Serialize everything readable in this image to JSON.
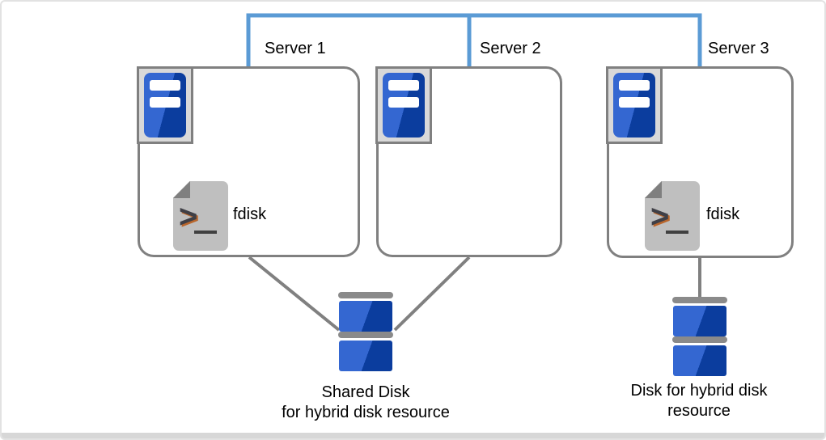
{
  "diagram": {
    "type": "cluster-architecture-diagram",
    "network": {
      "line_color": "#5B9BD5",
      "connector_color": "#808080"
    },
    "servers": [
      {
        "label": "Server 1",
        "icon": "server-tower-icon",
        "script_label": "fdisk",
        "has_script": true
      },
      {
        "label": "Server 2",
        "icon": "server-tower-icon",
        "has_script": false
      },
      {
        "label": "Server 3",
        "icon": "server-tower-icon",
        "script_label": "fdisk",
        "has_script": true
      }
    ],
    "script_icon": {
      "name": "script-file-icon",
      "prompt_glyph": ">"
    },
    "disks": [
      {
        "icon": "disk-stack-icon",
        "caption_line1": "Shared Disk",
        "caption_line2": "for hybrid disk resource",
        "connected_to": [
          "Server 1",
          "Server 2"
        ]
      },
      {
        "icon": "disk-stack-icon",
        "caption_line1": "Disk for hybrid disk",
        "caption_line2": "resource",
        "connected_to": [
          "Server 3"
        ]
      }
    ],
    "colors": {
      "network_line": "#5B9BD5",
      "box_border": "#808080",
      "server_blue_light": "#3467D1",
      "server_blue_dark": "#0B3D9E",
      "icon_plate_gray": "#D9D9D9",
      "document_gray": "#BFBFBF",
      "document_fold": "#7F7F7F",
      "disk_bar_gray": "#8A8A8A",
      "prompt_text": "#3F3F46",
      "prompt_accent": "#B85C1C"
    }
  }
}
